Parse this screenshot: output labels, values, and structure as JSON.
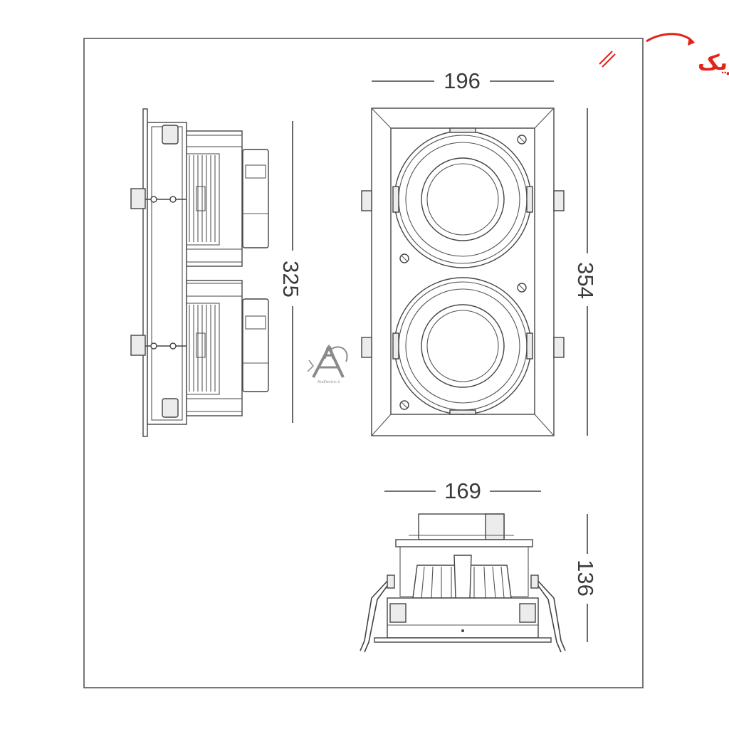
{
  "logo": {
    "text": "آتاالکتریک",
    "accent_color": "#e2231a"
  },
  "watermark": {
    "letter": "A",
    "caption": "AtaElectric.ir"
  },
  "dimensions": {
    "side_height": "325",
    "front_width": "196",
    "front_height": "354",
    "bottom_width": "169",
    "bottom_height": "136"
  },
  "icons": [
    "brand-logo-icon",
    "watermark-icon",
    "screw-icon",
    "spring-clip-icon"
  ]
}
